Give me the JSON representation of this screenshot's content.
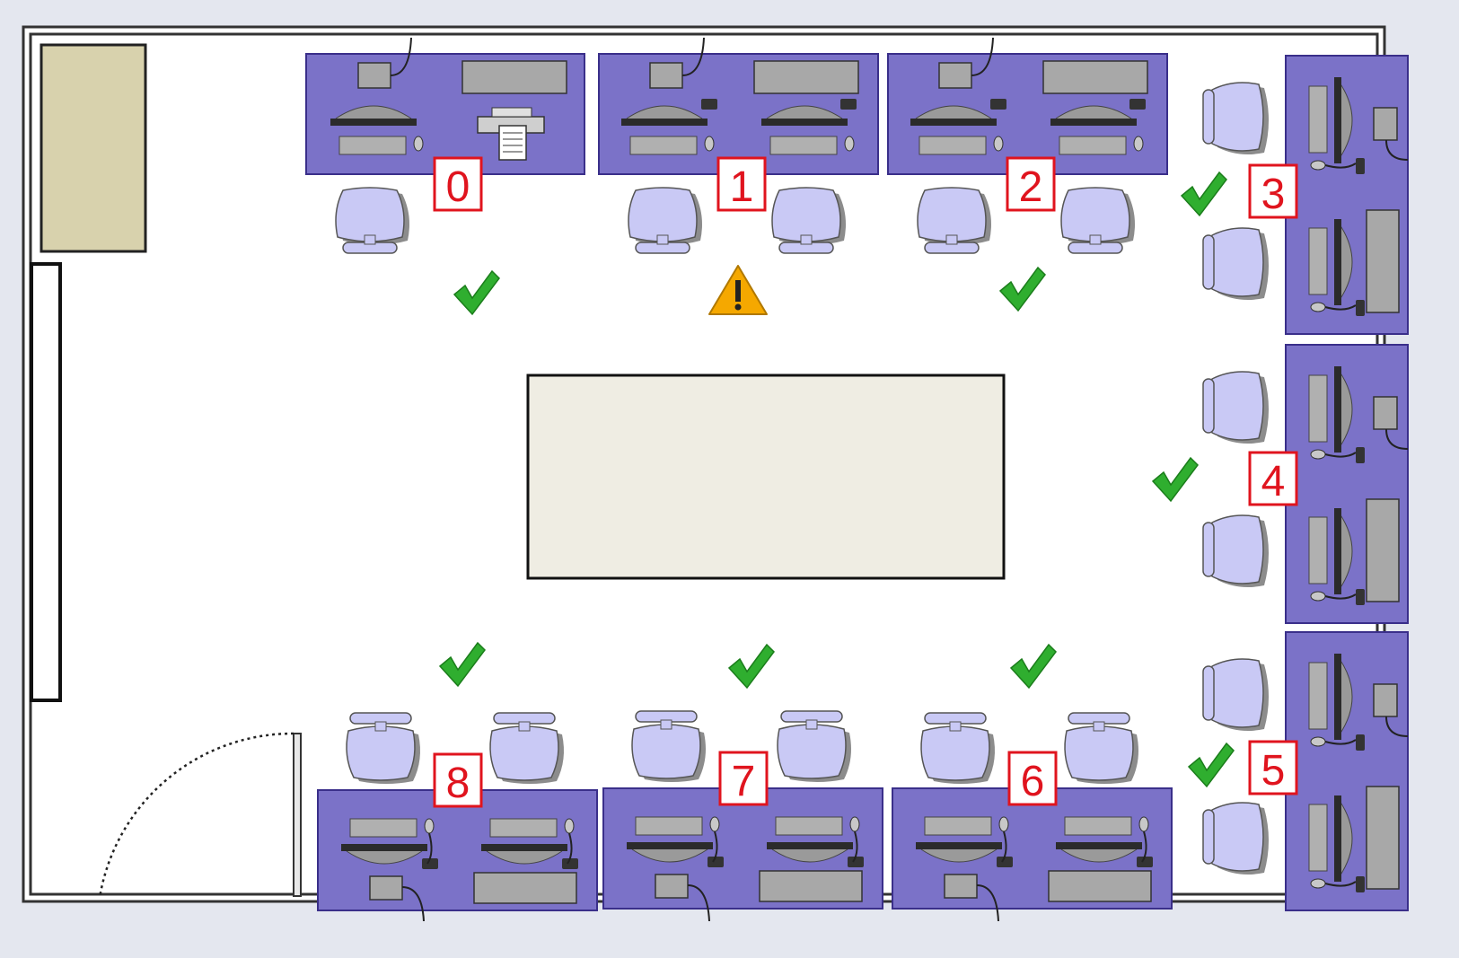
{
  "floorplan": {
    "colors": {
      "background": "#e4e7ef",
      "room_fill": "#ffffff",
      "wall": "#333333",
      "desk_fill": "#7b72c8",
      "desk_stroke": "#3a2f8a",
      "chair_fill": "#c9c9f5",
      "chair_shadow": "#8c8c8c",
      "cabinet_fill": "#d8d2ad",
      "table_fill": "#efede3",
      "number_color": "#e0141e",
      "check_color": "#2fae2f",
      "warning_color": "#f5a800"
    },
    "stations": [
      {
        "id": "0",
        "status": "ok"
      },
      {
        "id": "1",
        "status": "warning"
      },
      {
        "id": "2",
        "status": "ok"
      },
      {
        "id": "3",
        "status": "ok"
      },
      {
        "id": "4",
        "status": "ok"
      },
      {
        "id": "5",
        "status": "ok"
      },
      {
        "id": "6",
        "status": "ok"
      },
      {
        "id": "7",
        "status": "ok"
      },
      {
        "id": "8",
        "status": "ok"
      }
    ],
    "furniture": {
      "cabinet": "storage-cabinet",
      "table": "meeting-table",
      "door": "entrance-door"
    }
  }
}
